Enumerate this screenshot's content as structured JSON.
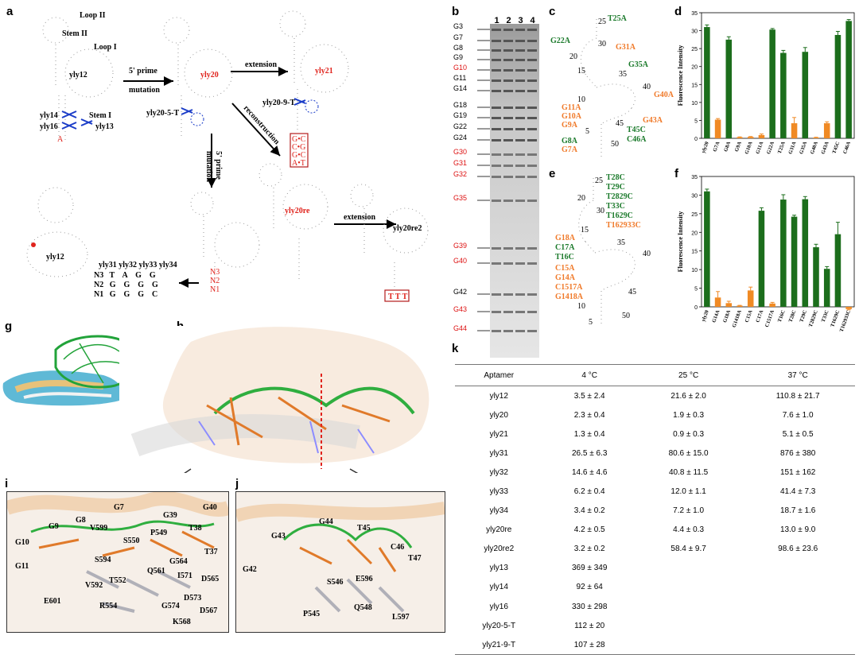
{
  "panels": {
    "a": "a",
    "b": "b",
    "c": "c",
    "d": "d",
    "e": "e",
    "f": "f",
    "g": "g",
    "h": "h",
    "i": "i",
    "j": "j",
    "k": "k"
  },
  "panel_a": {
    "loop2": "Loop II",
    "stem2": "Stem II",
    "loop1": "Loop I",
    "stem1": "Stem I",
    "yly12": "yly12",
    "yly20": "yly20",
    "yly21": "yly21",
    "yly14": "yly14",
    "yly16": "yly16",
    "yly13": "yly13",
    "yly20_5T": "yly20-5-T",
    "yly20_9T": "yly20-9-T",
    "arrow1": "5' prime",
    "arrow1b": "mutation",
    "arrow2": "extension",
    "arrow3": "reconstruction",
    "arrow4": "5' prime",
    "arrow4b": "mutation",
    "arrow5": "extension",
    "yly20re": "yly20re",
    "yly20re2": "yly20re2",
    "series_header": "yly31 yly32 yly33 yly34",
    "n3": "N3   T    A    G    G",
    "n2": "N2   G    G    G    G",
    "n1": "N1   G    G    G    C",
    "box1": "G•C C•G G•C A•T",
    "box2": "T T T"
  },
  "gel": {
    "lanes": [
      "1",
      "2",
      "3",
      "4"
    ],
    "labels_black": [
      "G3",
      "G7",
      "G8",
      "G9",
      "G10",
      "G11",
      "G14",
      "G18",
      "G19",
      "G22",
      "G24",
      "G42"
    ],
    "labels_red": [
      "G10",
      "G30",
      "G31",
      "G32",
      "G35",
      "G39",
      "G40",
      "G43",
      "G44"
    ]
  },
  "panel_c": {
    "green_labels": [
      "T25A",
      "G22A",
      "G35A",
      "G8A",
      "T45C",
      "C46A"
    ],
    "orange_labels": [
      "G31A",
      "G40A",
      "G43A",
      "G11A",
      "G10A",
      "G9A",
      "G7A"
    ],
    "numbers": [
      "25",
      "30",
      "35",
      "40",
      "45",
      "50",
      "20",
      "15",
      "10",
      "5"
    ]
  },
  "panel_e": {
    "green_labels": [
      "T28C",
      "T29C",
      "T2829C",
      "T33C",
      "T1629C",
      "C17A",
      "T16C"
    ],
    "orange_labels": [
      "T162933C",
      "G18A",
      "C15A",
      "G14A",
      "C1517A",
      "G1418A"
    ],
    "numbers": [
      "25",
      "30",
      "35",
      "40",
      "45",
      "50",
      "20",
      "15",
      "10",
      "5"
    ]
  },
  "chart_data": [
    {
      "type": "bar",
      "panel": "d",
      "ylabel": "Fluorescence Intensity",
      "ylim": [
        0,
        35
      ],
      "yticks": [
        0,
        5,
        10,
        15,
        20,
        25,
        30,
        35
      ],
      "categories": [
        "yly20",
        "G7A",
        "G8A",
        "G9A",
        "G10A",
        "G11A",
        "G22A",
        "T25A",
        "G31A",
        "G35A",
        "G40A",
        "G43A",
        "T45C",
        "C46A"
      ],
      "values": [
        31.0,
        5.2,
        27.5,
        0.3,
        0.4,
        0.9,
        30.3,
        23.8,
        4.2,
        24.1,
        0.2,
        4.2,
        28.8,
        32.7
      ],
      "errors": [
        0.6,
        0.3,
        0.8,
        0.1,
        0.1,
        0.3,
        0.3,
        0.7,
        1.6,
        1.2,
        0.1,
        0.4,
        1.0,
        0.4
      ],
      "colors": [
        "#1c6e1c",
        "#f08a24",
        "#1c6e1c",
        "#f08a24",
        "#f08a24",
        "#f08a24",
        "#1c6e1c",
        "#1c6e1c",
        "#f08a24",
        "#1c6e1c",
        "#f08a24",
        "#f08a24",
        "#1c6e1c",
        "#1c6e1c"
      ]
    },
    {
      "type": "bar",
      "panel": "f",
      "ylabel": "Fluorescence Intensity",
      "ylim": [
        0,
        35
      ],
      "yticks": [
        0,
        5,
        10,
        15,
        20,
        25,
        30,
        35
      ],
      "categories": [
        "yly20",
        "G14A",
        "G18A",
        "G1418A",
        "C15A",
        "C17A",
        "C1517A",
        "T16C",
        "T28C",
        "T29C",
        "T2829C",
        "T33C",
        "T1629C",
        "T162933C"
      ],
      "values": [
        31.0,
        2.5,
        1.0,
        0.3,
        4.4,
        25.8,
        0.9,
        28.8,
        24.2,
        28.9,
        16.0,
        10.2,
        19.5,
        -0.6
      ],
      "errors": [
        0.6,
        1.6,
        0.5,
        0.1,
        0.9,
        0.8,
        0.3,
        1.3,
        0.4,
        0.7,
        0.8,
        0.6,
        3.2,
        0.2
      ],
      "colors": [
        "#1c6e1c",
        "#f08a24",
        "#f08a24",
        "#f08a24",
        "#f08a24",
        "#1c6e1c",
        "#f08a24",
        "#1c6e1c",
        "#1c6e1c",
        "#1c6e1c",
        "#1c6e1c",
        "#1c6e1c",
        "#1c6e1c",
        "#f08a24"
      ]
    },
    {
      "type": "table",
      "panel": "k",
      "columns": [
        "Aptamer",
        "4 °C",
        "25 °C",
        "37 °C"
      ],
      "rows": [
        [
          "yly12",
          "3.5 ± 2.4",
          "21.6 ± 2.0",
          "110.8 ± 21.7"
        ],
        [
          "yly20",
          "2.3 ± 0.4",
          "1.9 ± 0.3",
          "7.6 ± 1.0"
        ],
        [
          "yly21",
          "1.3 ± 0.4",
          "0.9 ± 0.3",
          "5.1 ± 0.5"
        ],
        [
          "yly31",
          "26.5 ± 6.3",
          "80.6 ± 15.0",
          "876 ± 380"
        ],
        [
          "yly32",
          "14.6 ± 4.6",
          "40.8 ± 11.5",
          "151 ± 162"
        ],
        [
          "yly33",
          "6.2 ± 0.4",
          "12.0 ± 1.1",
          "41.4 ± 7.3"
        ],
        [
          "yly34",
          "3.4 ± 0.2",
          "7.2 ± 1.0",
          "18.7 ± 1.6"
        ],
        [
          "yly20re",
          "4.2 ± 0.5",
          "4.4 ± 0.3",
          "13.0 ± 9.0"
        ],
        [
          "yly20re2",
          "3.2 ± 0.2",
          "58.4 ± 9.7",
          "98.6 ± 23.6"
        ],
        [
          "yly13",
          "369 ± 349",
          "",
          ""
        ],
        [
          "yly14",
          "92 ± 64",
          "",
          ""
        ],
        [
          "yly16",
          "330 ± 298",
          "",
          ""
        ],
        [
          "yly20-5-T",
          "112 ± 20",
          "",
          ""
        ],
        [
          "yly21-9-T",
          "107 ± 28",
          "",
          ""
        ]
      ]
    }
  ],
  "panel_i": {
    "residues": [
      "G10",
      "G11",
      "G9",
      "G8",
      "G7",
      "V599",
      "S550",
      "P549",
      "G39",
      "G40",
      "T38",
      "T37",
      "S594",
      "Q561",
      "G564",
      "I571",
      "D565",
      "T552",
      "V592",
      "E601",
      "R554",
      "G574",
      "D573",
      "D567",
      "K568"
    ]
  },
  "panel_j": {
    "residues": [
      "G43",
      "G44",
      "T45",
      "C46",
      "T47",
      "G42",
      "S546",
      "E596",
      "P545",
      "Q548",
      "L597"
    ]
  }
}
